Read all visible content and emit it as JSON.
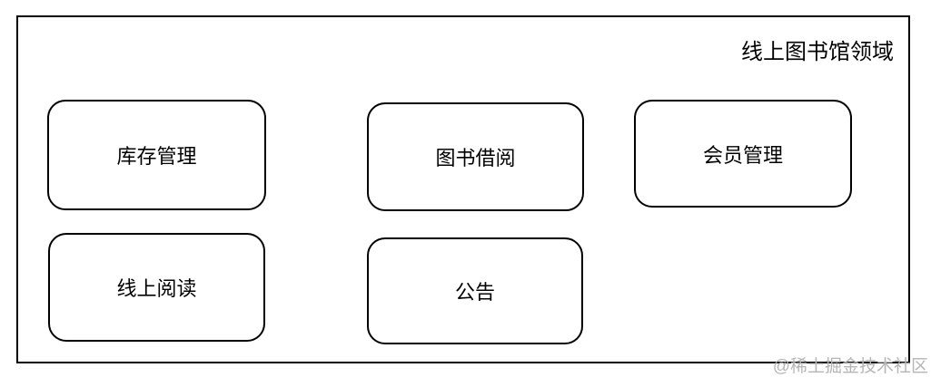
{
  "diagram": {
    "title": "线上图书馆领域",
    "boxes": [
      {
        "label": "库存管理"
      },
      {
        "label": "图书借阅"
      },
      {
        "label": "会员管理"
      },
      {
        "label": "线上阅读"
      },
      {
        "label": "公告"
      }
    ],
    "watermark": "@稀土掘金技术社区",
    "colors": {
      "border": "#000000",
      "background": "#ffffff",
      "watermark_text": "#b5b5b5"
    }
  }
}
